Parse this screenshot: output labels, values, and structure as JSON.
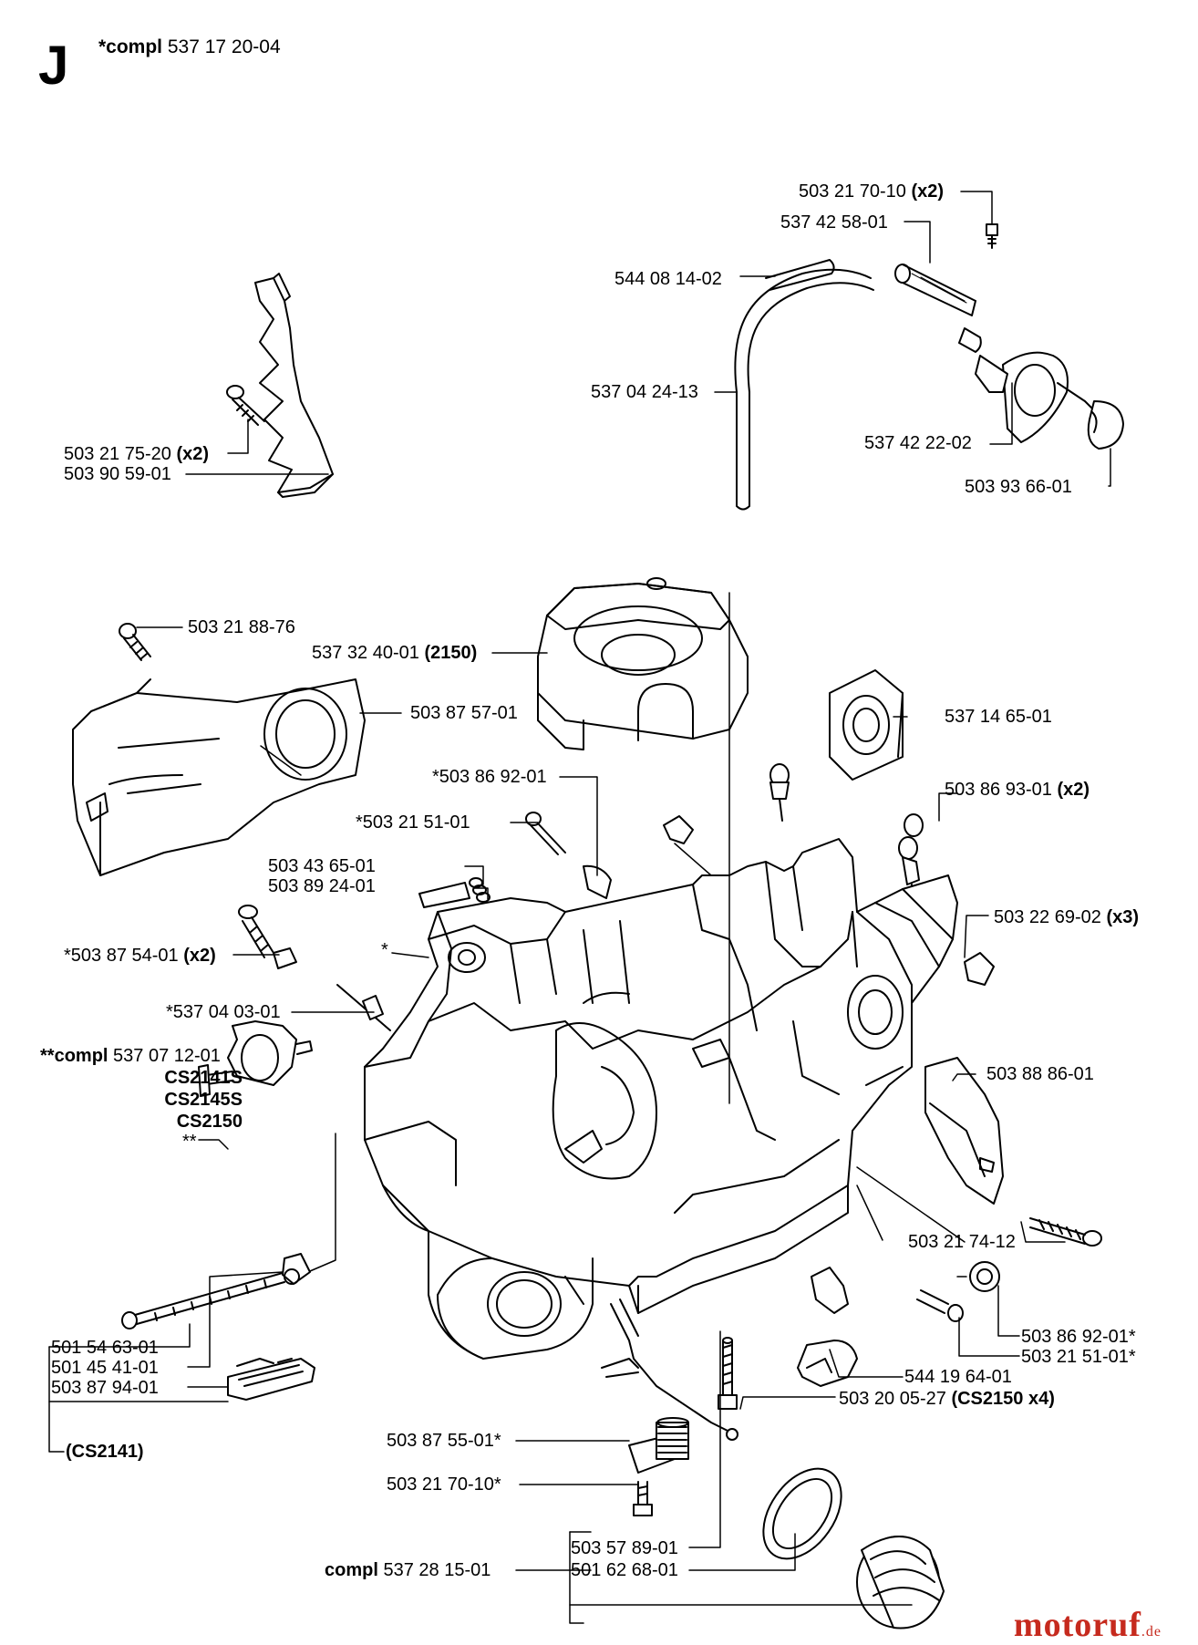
{
  "header": {
    "section_letter": "J",
    "compl_prefix": "*compl",
    "compl_number": "537 17 20-04"
  },
  "parts": {
    "p1": {
      "num": "503 21 70-10",
      "qty": "(x2)"
    },
    "p2": {
      "num": "537 42 58-01"
    },
    "p3": {
      "num": "544 08 14-02"
    },
    "p4": {
      "num": "537 04 24-13"
    },
    "p5": {
      "num": "537 42 22-02"
    },
    "p6": {
      "num": "503 93 66-01"
    },
    "p7": {
      "num": "503 21 75-20",
      "qty": "(x2)"
    },
    "p8": {
      "num": "503 90 59-01"
    },
    "p9": {
      "num": "503 21 88-76"
    },
    "p10": {
      "num": "537 32 40-01",
      "qty": "(2150)"
    },
    "p11": {
      "num": "503 87 57-01"
    },
    "p12": {
      "num": "537 14 65-01"
    },
    "p13": {
      "num": "*503 86 92-01"
    },
    "p14": {
      "num": "*503 21 51-01"
    },
    "p15": {
      "num": "503 86 93-01",
      "qty": "(x2)"
    },
    "p16": {
      "num": "503 43 65-01"
    },
    "p17": {
      "num": "503 89 24-01"
    },
    "p18": {
      "num": "503 22 69-02",
      "qty": "(x3)"
    },
    "p19": {
      "num": "*503 87 54-01",
      "qty": "(x2)"
    },
    "p20": {
      "num": "*"
    },
    "p21": {
      "num": "*537 04 03-01"
    },
    "p22": {
      "prefix": "**compl",
      "num": "537 07 12-01",
      "models": [
        "CS2141S",
        "CS2145S",
        "CS2150"
      ]
    },
    "p23": {
      "num": "503 88 86-01"
    },
    "p24": {
      "num": "**"
    },
    "p25": {
      "num": "503 21 74-12"
    },
    "p26": {
      "num": "501 54 63-01"
    },
    "p27": {
      "num": "501 45 41-01"
    },
    "p28": {
      "num": "503 87 94-01"
    },
    "p29": {
      "num": "(CS2141)"
    },
    "p30": {
      "num": "503 86 92-01*"
    },
    "p31": {
      "num": "503 21 51-01*"
    },
    "p32": {
      "num": "544 19 64-01"
    },
    "p33": {
      "num": "503 20 05-27",
      "qty": "(CS2150 x4)"
    },
    "p34": {
      "num": "503 87 55-01*"
    },
    "p35": {
      "num": "503 21 70-10*"
    },
    "p36": {
      "num": "503 57 89-01"
    },
    "p37": {
      "num": "501 62 68-01"
    },
    "p38": {
      "prefix": "compl",
      "num": "537 28 15-01"
    }
  },
  "watermark": {
    "text": "motoruf",
    "suffix": ".de",
    "color": "#c62a1e"
  }
}
